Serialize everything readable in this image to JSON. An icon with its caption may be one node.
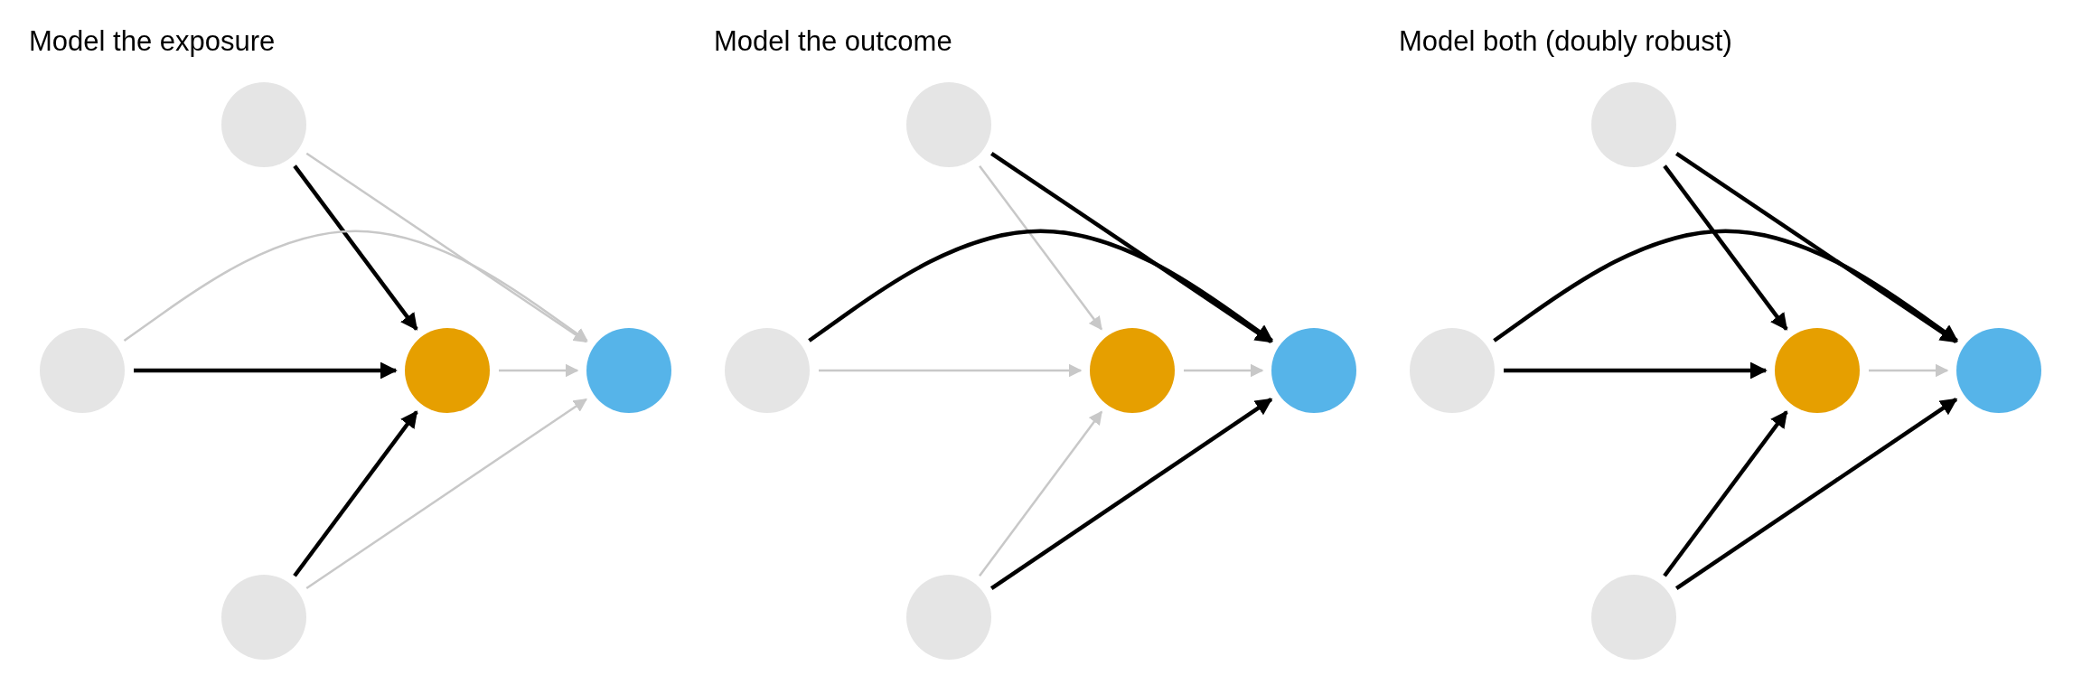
{
  "diagram": {
    "nodes": [
      {
        "text": [],
        "shape": "circle"
      },
      {
        "text": [],
        "shape": "circle"
      },
      {
        "text": [],
        "shape": "circle"
      },
      {
        "text": [],
        "shape": "circle"
      },
      {
        "text": [],
        "shape": "circle"
      },
      {
        "text": [],
        "shape": "circle"
      },
      {
        "text": [],
        "shape": "circle"
      },
      {
        "text": [],
        "shape": "circle"
      },
      {
        "text": [],
        "shape": "circle"
      },
      {
        "text": [],
        "shape": "circle"
      },
      {
        "text": [],
        "shape": "circle"
      },
      {
        "text": [],
        "shape": "circle"
      },
      {
        "text": [],
        "shape": "circle"
      },
      {
        "text": [],
        "shape": "circle"
      },
      {
        "text": [],
        "shape": "circle"
      }
    ],
    "edges": [
      {
        "from": 0,
        "to": 2,
        "arrow": "to"
      },
      {
        "from": 0,
        "to": 3,
        "arrow": "to",
        "color": "#c8c8c8"
      },
      {
        "from": 1,
        "to": 3,
        "arrow": "to",
        "color": "#c8c8c8"
      },
      {
        "from": 1,
        "to": 2,
        "arrow": "to"
      },
      {
        "from": 2,
        "to": 3,
        "arrow": "to",
        "color": "#c8c8c8"
      },
      {
        "from": 4,
        "to": 2,
        "arrow": "to"
      },
      {
        "from": 4,
        "to": 3,
        "arrow": "to",
        "color": "#c8c8c8"
      },
      {
        "from": 5,
        "to": 7,
        "arrow": "to",
        "color": "#c8c8c8"
      },
      {
        "from": 5,
        "to": 8,
        "arrow": "to"
      },
      {
        "from": 6,
        "to": 8,
        "arrow": "to"
      },
      {
        "from": 6,
        "to": 7,
        "arrow": "to",
        "color": "#c8c8c8"
      },
      {
        "from": 7,
        "to": 8,
        "arrow": "to",
        "color": "#c8c8c8"
      },
      {
        "from": 9,
        "to": 7,
        "arrow": "to",
        "color": "#c8c8c8"
      },
      {
        "from": 9,
        "to": 8,
        "arrow": "to"
      },
      {
        "from": 10,
        "to": 12,
        "arrow": "to"
      },
      {
        "from": 10,
        "to": 13,
        "arrow": "to"
      },
      {
        "from": 11,
        "to": 13,
        "arrow": "to"
      },
      {
        "from": 11,
        "to": 12,
        "arrow": "to"
      },
      {
        "from": 12,
        "to": 13,
        "arrow": "to",
        "color": "#c8c8c8"
      },
      {
        "from": 14,
        "to": 12,
        "arrow": "to"
      },
      {
        "from": 14,
        "to": 13,
        "arrow": "to"
      }
    ],
    "labels": [
      "Model the exposure",
      "Model the outcome",
      "Model both (doubly robust)"
    ]
  }
}
